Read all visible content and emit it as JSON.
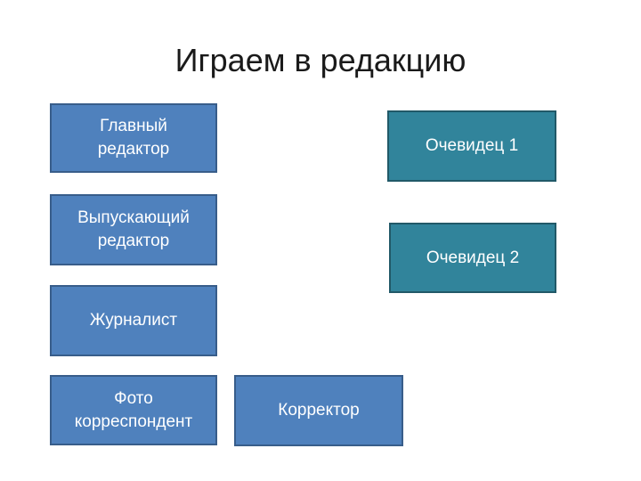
{
  "title": "Играем в редакцию",
  "colors": {
    "blue_box": "#4f81bd",
    "blue_border": "#385d8a",
    "teal_box": "#31849b",
    "teal_border": "#215968",
    "text": "#ffffff"
  },
  "boxes": {
    "chief_editor": "Главный\nредактор",
    "release_editor": "Выпускающий\nредактор",
    "journalist": "Журналист",
    "photo_correspondent": "Фото\nкорреспондент",
    "proofreader": "Корректор",
    "witness_1": "Очевидец 1",
    "witness_2": "Очевидец 2"
  }
}
